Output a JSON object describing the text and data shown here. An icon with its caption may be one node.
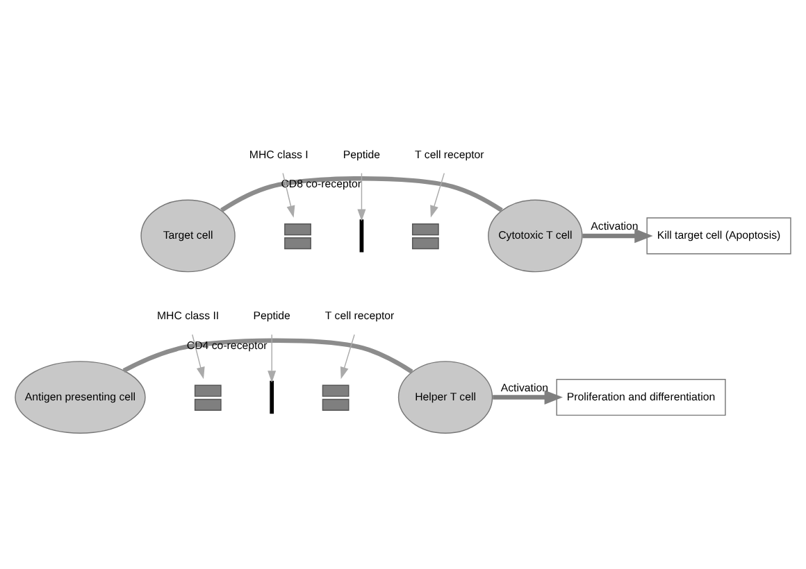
{
  "diagram": {
    "nodes": [
      {
        "text": [
          "Target cell"
        ]
      },
      {
        "text": [
          "Cytotoxic T cell"
        ]
      },
      {
        "text": [
          "Kill target cell (Apoptosis)"
        ]
      },
      {
        "text": [
          "MHC class I"
        ]
      },
      {
        "text": [],
        "shape": "box"
      },
      {
        "text": [
          "Peptide"
        ]
      },
      {
        "text": [],
        "shape": "line"
      },
      {
        "text": [
          "T cell receptor"
        ]
      },
      {
        "text": [],
        "shape": "box"
      },
      {
        "text": [
          "Antigen presenting cell"
        ]
      },
      {
        "text": [
          "Helper T cell"
        ]
      },
      {
        "text": [
          "Proliferation and differentiation"
        ]
      },
      {
        "text": [
          "MHC class II"
        ]
      },
      {
        "text": [],
        "shape": "box"
      },
      {
        "text": [
          "Peptide"
        ]
      },
      {
        "text": [],
        "shape": "line"
      },
      {
        "text": [
          "T cell receptor"
        ]
      },
      {
        "text": [],
        "shape": "box"
      }
    ],
    "edges": [
      {
        "from": 3,
        "to": 4,
        "arrow": "to",
        "color": "#aaaaaa"
      },
      {
        "from": 5,
        "to": 6,
        "arrow": "to",
        "color": "#aaaaaa"
      },
      {
        "from": 7,
        "to": 8,
        "arrow": "to",
        "color": "#aaaaaa"
      },
      {
        "from": 0,
        "to": 1,
        "arrow": "none",
        "label": "CD8 co-receptor",
        "style": "thick",
        "color": "#8c8c8c"
      },
      {
        "from": 1,
        "to": 2,
        "arrow": "to",
        "label": "Activation",
        "style": "thick",
        "color": "#7f7f7f"
      },
      {
        "from": 12,
        "to": 13,
        "arrow": "to",
        "color": "#aaaaaa"
      },
      {
        "from": 14,
        "to": 15,
        "arrow": "to",
        "color": "#aaaaaa"
      },
      {
        "from": 16,
        "to": 17,
        "arrow": "to",
        "color": "#aaaaaa"
      },
      {
        "from": 9,
        "to": 10,
        "arrow": "none",
        "label": "CD4 co-receptor",
        "style": "thick",
        "color": "#8c8c8c"
      },
      {
        "from": 10,
        "to": 11,
        "arrow": "to",
        "label": "Activation",
        "style": "thick",
        "color": "#7f7f7f"
      }
    ]
  }
}
